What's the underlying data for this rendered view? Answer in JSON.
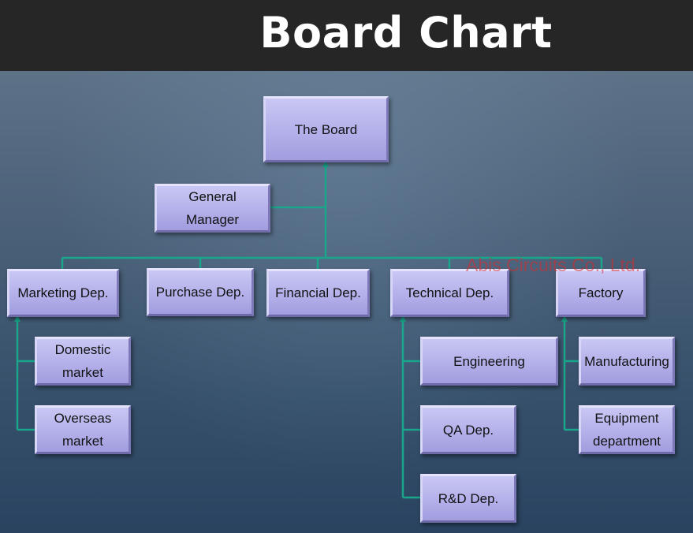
{
  "title": "Board Chart",
  "watermark": "Abis Circuits Co., Ltd.",
  "colors": {
    "connector": "#1aa68a",
    "box": "#b3b0ea",
    "header": "#262626"
  },
  "nodes": {
    "board": "The Board",
    "general_manager": "General\nManager",
    "marketing": "Marketing Dep.",
    "purchase": "Purchase Dep.",
    "financial": "Financial Dep.",
    "technical": "Technical Dep.",
    "factory": "Factory",
    "domestic": "Domestic\nmarket",
    "overseas": "Overseas\nmarket",
    "engineering": "Engineering",
    "qa": "QA Dep.",
    "rd": "R&D Dep.",
    "manufacturing": "Manufacturing",
    "equipment": "Equipment\ndepartment"
  }
}
